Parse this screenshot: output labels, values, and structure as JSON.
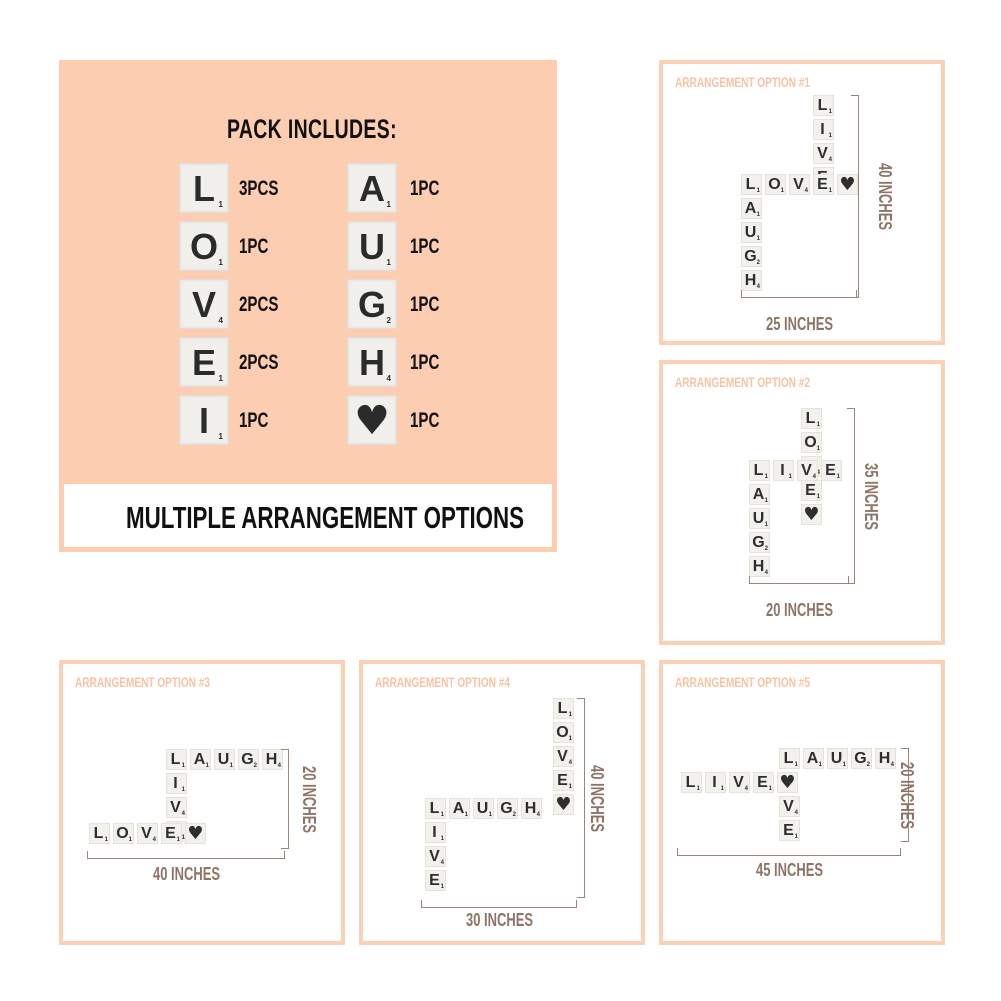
{
  "pack": {
    "title": "PACK INCLUDES:",
    "banner": "MULTIPLE ARRANGEMENT OPTIONS",
    "left_column": [
      {
        "letter": "L",
        "value": "1",
        "qty": "3PCS"
      },
      {
        "letter": "O",
        "value": "1",
        "qty": "1PC"
      },
      {
        "letter": "V",
        "value": "4",
        "qty": "2PCS"
      },
      {
        "letter": "E",
        "value": "1",
        "qty": "2PCS"
      },
      {
        "letter": "I",
        "value": "1",
        "qty": "1PC"
      }
    ],
    "right_column": [
      {
        "letter": "A",
        "value": "1",
        "qty": "1PC"
      },
      {
        "letter": "U",
        "value": "1",
        "qty": "1PC"
      },
      {
        "letter": "G",
        "value": "2",
        "qty": "1PC"
      },
      {
        "letter": "H",
        "value": "4",
        "qty": "1PC"
      },
      {
        "letter": "heart",
        "value": "",
        "qty": "1PC"
      }
    ]
  },
  "options": [
    {
      "title": "ARRANGEMENT OPTION #1",
      "width_label": "25 INCHES",
      "height_label": "40 INCHES"
    },
    {
      "title": "ARRANGEMENT OPTION #2",
      "width_label": "20 INCHES",
      "height_label": "35 INCHES"
    },
    {
      "title": "ARRANGEMENT OPTION #3",
      "width_label": "40 INCHES",
      "height_label": "20 INCHES"
    },
    {
      "title": "ARRANGEMENT OPTION #4",
      "width_label": "30 INCHES",
      "height_label": "40 INCHES"
    },
    {
      "title": "ARRANGEMENT OPTION #5",
      "width_label": "45 INCHES",
      "height_label": "20 INCHES"
    }
  ],
  "tile_values": {
    "L": "1",
    "O": "1",
    "V": "4",
    "E": "1",
    "I": "1",
    "A": "1",
    "U": "1",
    "G": "2",
    "H": "4"
  },
  "colors": {
    "panel": "#fccdb1",
    "card_border": "#fbd0b4",
    "dimension": "#9b8579"
  }
}
